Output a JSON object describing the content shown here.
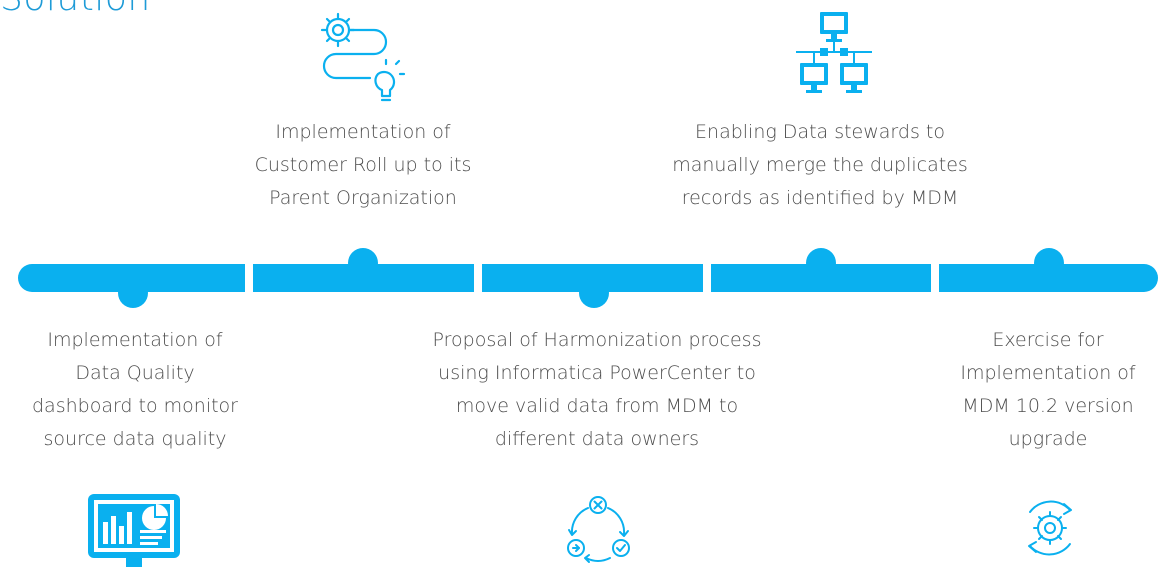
{
  "page": {
    "title": "Solution"
  },
  "colors": {
    "accent": "#0ab0ef",
    "title": "#1e9bd7",
    "text": "#4d4d4d"
  },
  "milestones": [
    {
      "icon": "dashboard-icon",
      "lines": [
        "Implementation of",
        "Data Quality",
        "dashboard to monitor",
        "source data quality"
      ]
    },
    {
      "icon": "gears-lightbulb-icon",
      "lines": [
        "Implementation of",
        "Customer Roll up to its",
        "Parent Organization"
      ]
    },
    {
      "icon": "cycle-process-icon",
      "lines": [
        "Proposal of Harmonization process",
        "using Informatica PowerCenter to",
        "move valid data from MDM to",
        "different data owners"
      ]
    },
    {
      "icon": "network-computers-icon",
      "lines": [
        "Enabling Data stewards to",
        "manually merge the duplicates",
        "records as identified by MDM"
      ]
    },
    {
      "icon": "refresh-gear-icon",
      "lines": [
        "Exercise for",
        "Implementation of",
        "MDM 10.2 version",
        "upgrade"
      ]
    }
  ]
}
